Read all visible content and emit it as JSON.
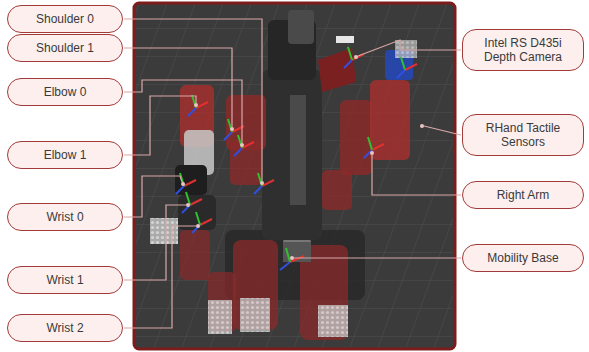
{
  "diagram": {
    "nodes": [
      {
        "text": [
          "Shoulder 0"
        ]
      },
      {
        "text": [
          "Shoulder 1"
        ]
      },
      {
        "text": [
          "Elbow 0"
        ]
      },
      {
        "text": [
          "Elbow 1"
        ]
      },
      {
        "text": [
          "Wrist 0"
        ]
      },
      {
        "text": [
          "Wrist 1"
        ]
      },
      {
        "text": [
          "Wrist 2"
        ]
      },
      {
        "text": [
          "Intel RS D435i Depth Camera"
        ]
      },
      {
        "text": [
          "RHand Tactile Sensors"
        ]
      },
      {
        "text": [
          "Right Arm"
        ]
      },
      {
        "text": [
          "Mobility Base"
        ]
      }
    ]
  }
}
